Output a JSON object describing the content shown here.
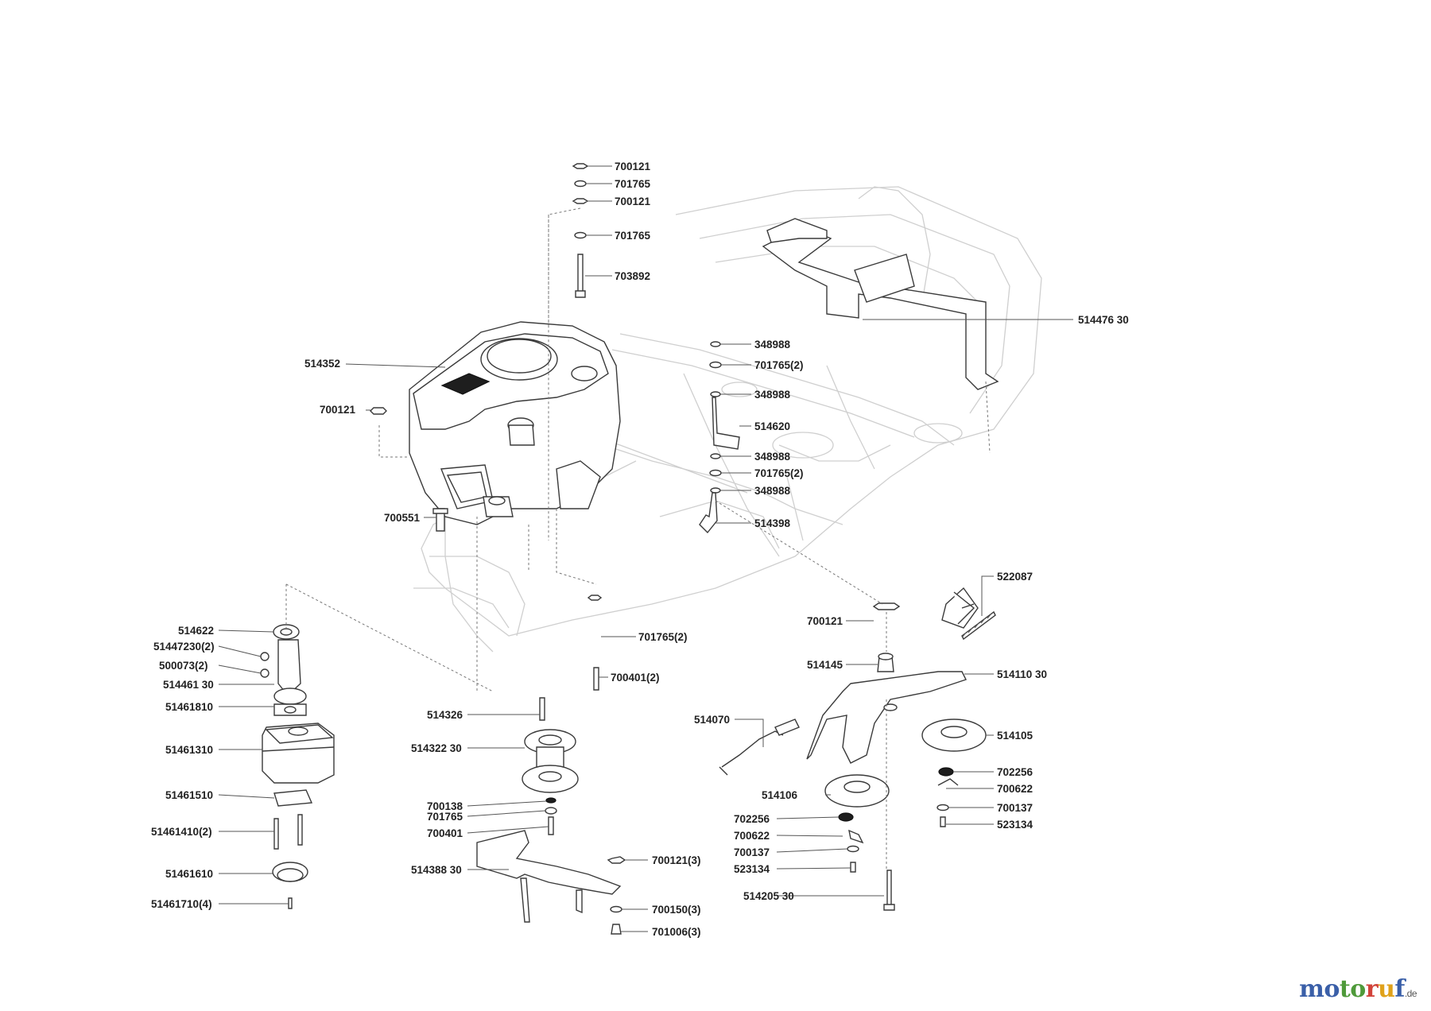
{
  "labels": {
    "p700121_top1": "700121",
    "p701765_top1": "701765",
    "p700121_top2": "700121",
    "p701765_top2": "701765",
    "p703892": "703892",
    "p514476": "514476 30",
    "p514352": "514352",
    "p348988_a": "348988",
    "p701765_2a": "701765(2)",
    "p348988_b": "348988",
    "p700121_left": "700121",
    "p514620": "514620",
    "p348988_c": "348988",
    "p701765_2b": "701765(2)",
    "p348988_d": "348988",
    "p700551": "700551",
    "p514398": "514398",
    "p522087": "522087",
    "p514622": "514622",
    "p514472302": "51447230(2)",
    "p5000732": "500073(2)",
    "p514461": "514461 30",
    "p51461810": "51461810",
    "p701765_2c": "701765(2)",
    "p700401_2": "700401(2)",
    "p700121_right": "700121",
    "p514145": "514145",
    "p514110": "514110 30",
    "p514326": "514326",
    "p514070": "514070",
    "p514322": "514322 30",
    "p514105": "514105",
    "p51461310": "51461310",
    "p702256_a": "702256",
    "p700622_a": "700622",
    "p514106": "514106",
    "p51461510": "51461510",
    "p700138": "700138",
    "p701765_b": "701765",
    "p700137_a": "700137",
    "p523134_a": "523134",
    "p514614102": "51461410(2)",
    "p700401": "700401",
    "p702256_b": "702256",
    "p700622_b": "700622",
    "p700137_b": "700137",
    "p514388": "514388 30",
    "p700121_3": "700121(3)",
    "p523134_b": "523134",
    "p51461610": "51461610",
    "p514205": "514205 30",
    "p514617104": "51461710(4)",
    "p700150_3": "700150(3)",
    "p701006_3": "701006(3)"
  },
  "brand": {
    "m1": "mo",
    "m2": "to",
    "m3": "r",
    "m4": "u",
    "m5": "f",
    "tld": ".de"
  }
}
